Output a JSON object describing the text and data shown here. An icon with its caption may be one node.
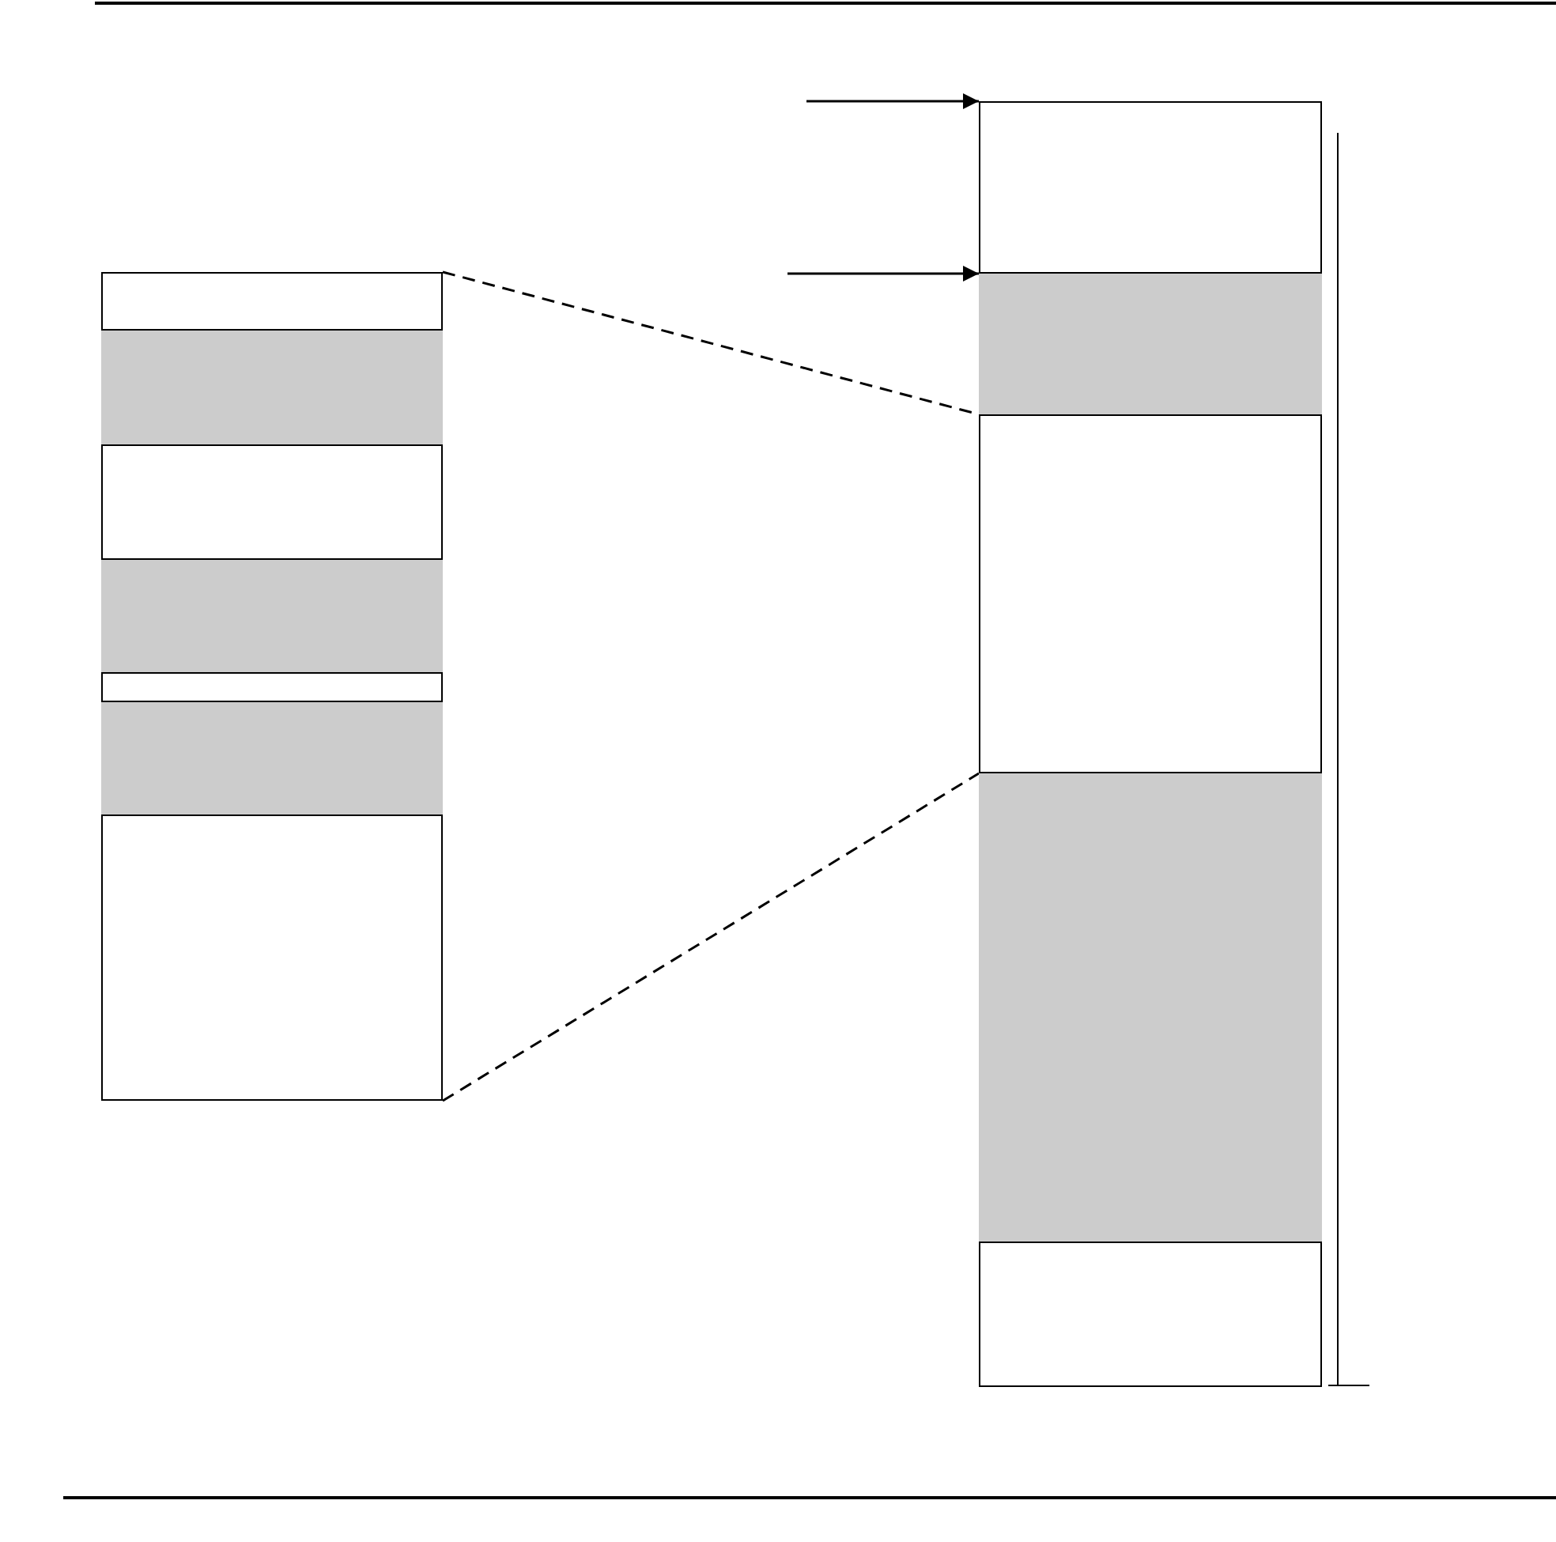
{
  "diagram": {
    "nodes": [
      {
        "text": [],
        "shape": "box"
      },
      {
        "text": [],
        "shape": "box",
        "in": 0
      },
      {
        "text": [],
        "shape": "box",
        "in": 0
      },
      {
        "text": [],
        "shape": "box",
        "in": 0
      },
      {
        "text": [],
        "shape": "box",
        "in": 0
      },
      {
        "text": [],
        "shape": "box",
        "in": 0
      },
      {
        "text": [],
        "shape": "box",
        "in": 0
      },
      {
        "text": [],
        "shape": "box",
        "in": 0
      },
      {
        "text": [],
        "shape": "box"
      },
      {
        "text": [],
        "shape": "box",
        "in": 8
      },
      {
        "text": [],
        "shape": "box",
        "in": 8
      },
      {
        "text": [],
        "shape": "box",
        "in": 8
      },
      {
        "text": [],
        "shape": "box",
        "in": 8
      },
      {
        "text": [],
        "shape": "box",
        "in": 8
      }
    ],
    "edges": [
      {
        "from": null,
        "to": 8,
        "arrow": "to"
      },
      {
        "from": null,
        "to": 10,
        "arrow": "to"
      },
      {
        "from": 0,
        "to": 11,
        "arrow": "none",
        "style": "dashed"
      },
      {
        "from": 0,
        "to": 11,
        "arrow": "none",
        "style": "dashed"
      }
    ]
  }
}
